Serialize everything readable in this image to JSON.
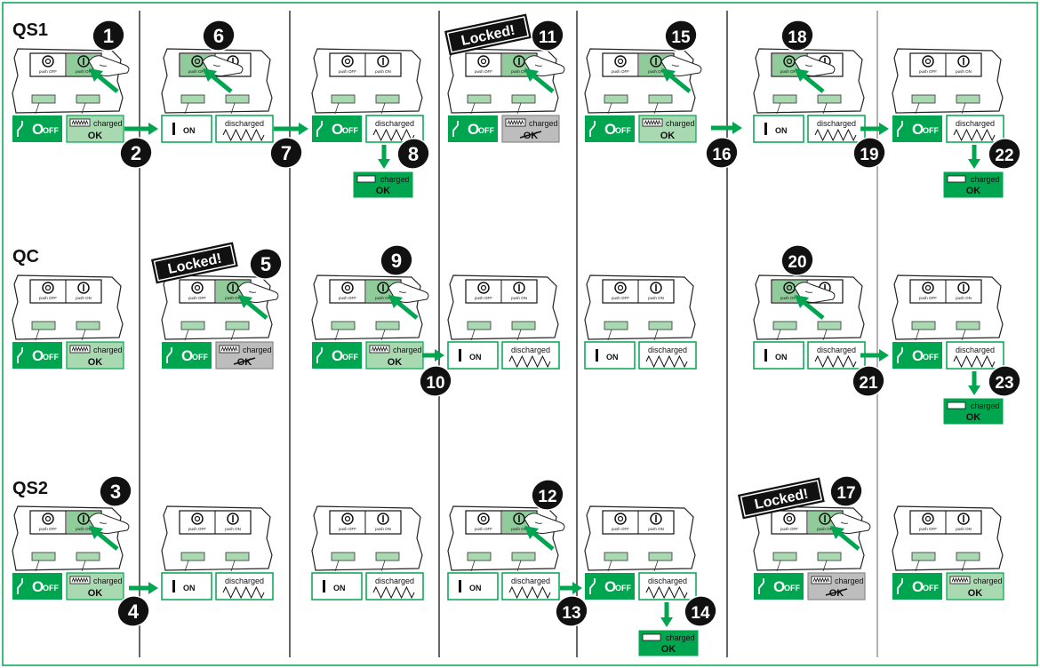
{
  "rows": [
    "QS1",
    "QC",
    "QS2"
  ],
  "labels": {
    "push_off": "push OFF",
    "push_on": "push ON",
    "sym_off": "O",
    "sym_on": "I",
    "off": "OFF",
    "on": "ON",
    "charged": "charged",
    "discharged": "discharged",
    "ok": "OK",
    "locked": "Locked!"
  },
  "colors": {
    "green": "#00a54f",
    "light_green": "#8fcc9a",
    "panel_green": "#a9d9b0",
    "gray": "#bdbdbd",
    "dark": "#111111"
  },
  "steps": [
    {
      "n": "1"
    },
    {
      "n": "2"
    },
    {
      "n": "3"
    },
    {
      "n": "4"
    },
    {
      "n": "5"
    },
    {
      "n": "6"
    },
    {
      "n": "7"
    },
    {
      "n": "8"
    },
    {
      "n": "9"
    },
    {
      "n": "10"
    },
    {
      "n": "11"
    },
    {
      "n": "12"
    },
    {
      "n": "13"
    },
    {
      "n": "14"
    },
    {
      "n": "15"
    },
    {
      "n": "16"
    },
    {
      "n": "17"
    },
    {
      "n": "18"
    },
    {
      "n": "19"
    },
    {
      "n": "20"
    },
    {
      "n": "21"
    },
    {
      "n": "22"
    },
    {
      "n": "23"
    }
  ]
}
